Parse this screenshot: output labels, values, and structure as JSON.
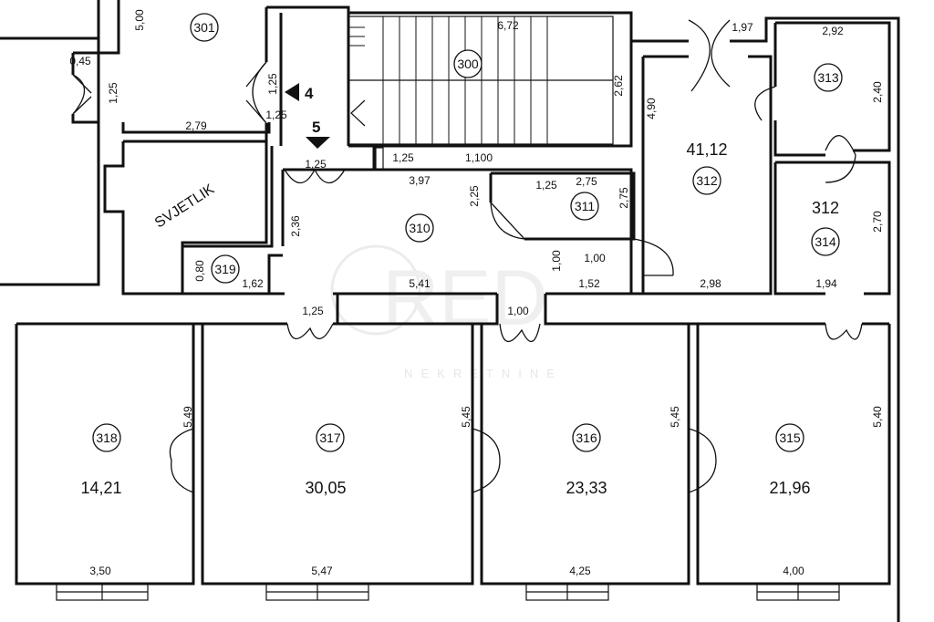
{
  "watermark": {
    "logo": "RED",
    "tagline": "NEKRETNINE"
  },
  "rooms": [
    {
      "id": "r301",
      "number": "301",
      "area": ""
    },
    {
      "id": "r300",
      "number": "300",
      "area": ""
    },
    {
      "id": "r313",
      "number": "313",
      "area": ""
    },
    {
      "id": "r312",
      "number": "312",
      "area": "41,12"
    },
    {
      "id": "r311",
      "number": "311",
      "area": ""
    },
    {
      "id": "r310",
      "number": "310",
      "area": ""
    },
    {
      "id": "r314",
      "number": "314",
      "area": "",
      "label": "312"
    },
    {
      "id": "r319",
      "number": "319",
      "area": ""
    },
    {
      "id": "r318",
      "number": "318",
      "area": "14,21"
    },
    {
      "id": "r317",
      "number": "317",
      "area": "30,05"
    },
    {
      "id": "r316",
      "number": "316",
      "area": "23,33"
    },
    {
      "id": "r315",
      "number": "315",
      "area": "21,96"
    }
  ],
  "labels": {
    "svjetlik": "SVJETLIK",
    "marker_4": "4",
    "marker_5": "5"
  },
  "dimensions": [
    "5,00",
    "0,45",
    "1,25",
    "1,25",
    "1,25",
    "2,79",
    "6,72",
    "2,62",
    "1,97",
    "2,92",
    "2,40",
    "4,90",
    "1,25",
    "1,100",
    "1,25",
    "3,97",
    "2,25",
    "1,25",
    "2,75",
    "2,75",
    "2,36",
    "2,70",
    "1,00",
    "1,00",
    "0,80",
    "1,62",
    "5,41",
    "1,52",
    "2,98",
    "1,94",
    "1,25",
    "1,00",
    "5,49",
    "5,45",
    "5,45",
    "5,40",
    "3,50",
    "5,47",
    "4,25",
    "4,00"
  ]
}
